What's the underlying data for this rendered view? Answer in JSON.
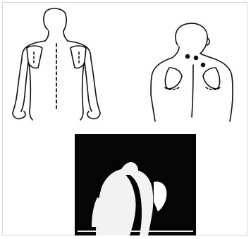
{
  "figure": {
    "panels": [
      {
        "kind": "line-drawing",
        "subject": "back-view"
      },
      {
        "kind": "line-drawing",
        "subject": "back-view-head-bowed"
      },
      {
        "kind": "photograph",
        "subject": "back-view-monochrome"
      }
    ],
    "colors": {
      "background": "#ffffff",
      "ink": "#111111",
      "photo_dark": "#050505",
      "photo_light": "#f2f2f2",
      "border": "#d8d8d8"
    }
  }
}
